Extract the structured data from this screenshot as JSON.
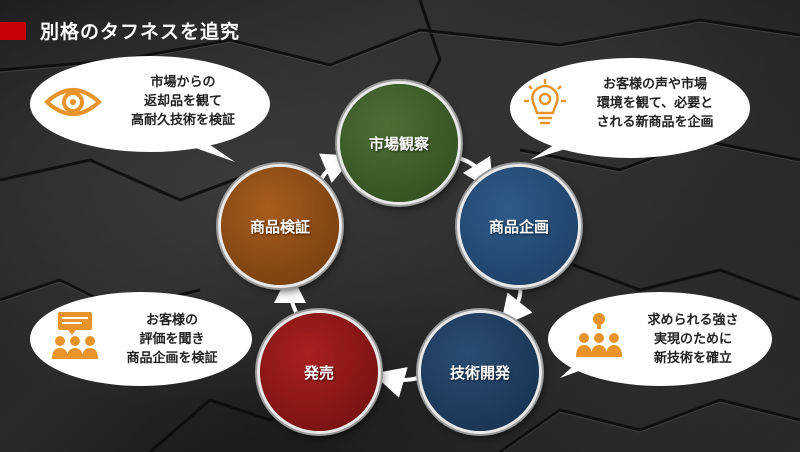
{
  "title": "別格のタフネスを追究",
  "accent_color": "#c8000a",
  "nodes": [
    {
      "label": "市場観察",
      "color": "#3e5a2a"
    },
    {
      "label": "商品企画",
      "color": "#244a72"
    },
    {
      "label": "技術開発",
      "color": "#1f3a5a"
    },
    {
      "label": "発売",
      "color": "#8c1616"
    },
    {
      "label": "商品検証",
      "color": "#8a4a14"
    }
  ],
  "bubbles": [
    {
      "icon": "eye-icon",
      "lines": [
        "市場からの",
        "返却品を観て",
        "高耐久技術を検証"
      ]
    },
    {
      "icon": "lightbulb-gear-icon",
      "lines": [
        "お客様の声や市場",
        "環境を観て、必要と",
        "される新商品を企画"
      ]
    },
    {
      "icon": "team-idea-icon",
      "lines": [
        "求められる強さ",
        "実現のために",
        "新技術を確立"
      ]
    },
    {
      "icon": "customer-feedback-icon",
      "lines": [
        "お客様の",
        "評価を聞き",
        "商品企画を検証"
      ]
    }
  ],
  "icon_color": "#e8942a"
}
